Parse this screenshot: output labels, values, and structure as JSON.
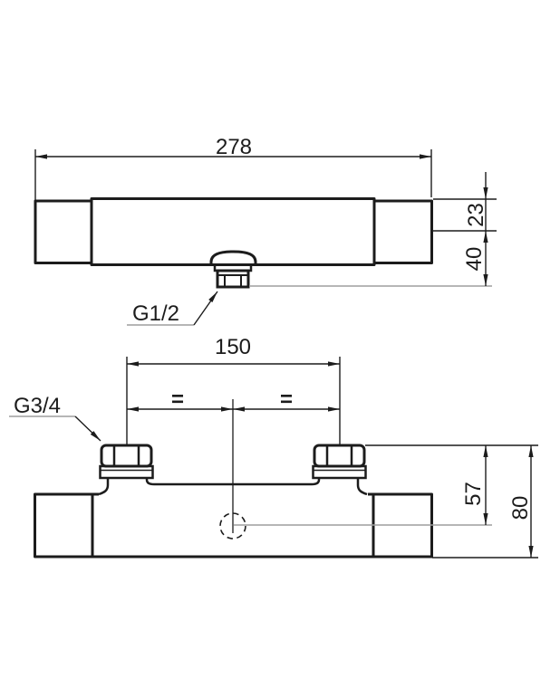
{
  "drawing": {
    "background": "#ffffff",
    "line_color": "#1c1c1c",
    "extension_line_color": "#9d9d9d",
    "front_view": {
      "width": "278",
      "top_offset": "23",
      "outlet_depth": "40",
      "outlet_thread": "G1/2"
    },
    "plan_view": {
      "inlet_centers": "150",
      "equal_spacing_left": "=",
      "equal_spacing_right": "=",
      "inlet_thread": "G3/4",
      "outlet_center_depth": "57",
      "overall_depth": "80"
    }
  }
}
